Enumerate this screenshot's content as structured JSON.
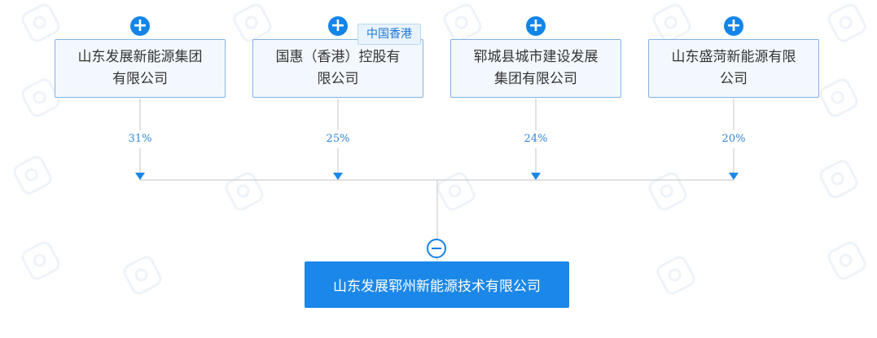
{
  "shareholders": [
    {
      "name": "山东发展新能源集团有限公司",
      "line1": "山东发展新能源集团",
      "line2": "有限公司",
      "percent": "31%",
      "tag": ""
    },
    {
      "name": "国惠（香港）控股有限公司",
      "line1": "国惠（香港）控股有",
      "line2": "限公司",
      "percent": "25%",
      "tag": "中国香港"
    },
    {
      "name": "郓城县城市建设发展集团有限公司",
      "line1": "郓城县城市建设发展",
      "line2": "集团有限公司",
      "percent": "24%",
      "tag": ""
    },
    {
      "name": "山东盛菏新能源有限公司",
      "line1": "山东盛菏新能源有限",
      "line2": "公司",
      "percent": "20%",
      "tag": ""
    }
  ],
  "target": {
    "name": "山东发展郓州新能源技术有限公司"
  },
  "icons": {
    "expand": "plus-circle-icon",
    "collapse": "minus-circle-icon",
    "arrow": "arrow-down-icon"
  },
  "colors": {
    "accent": "#1b87e8",
    "box_border": "#7fb3e4",
    "box_fill": "#f3f8fe",
    "line": "#c4c4c4",
    "percent": "#2f86dc"
  },
  "plus_glyph": "+"
}
